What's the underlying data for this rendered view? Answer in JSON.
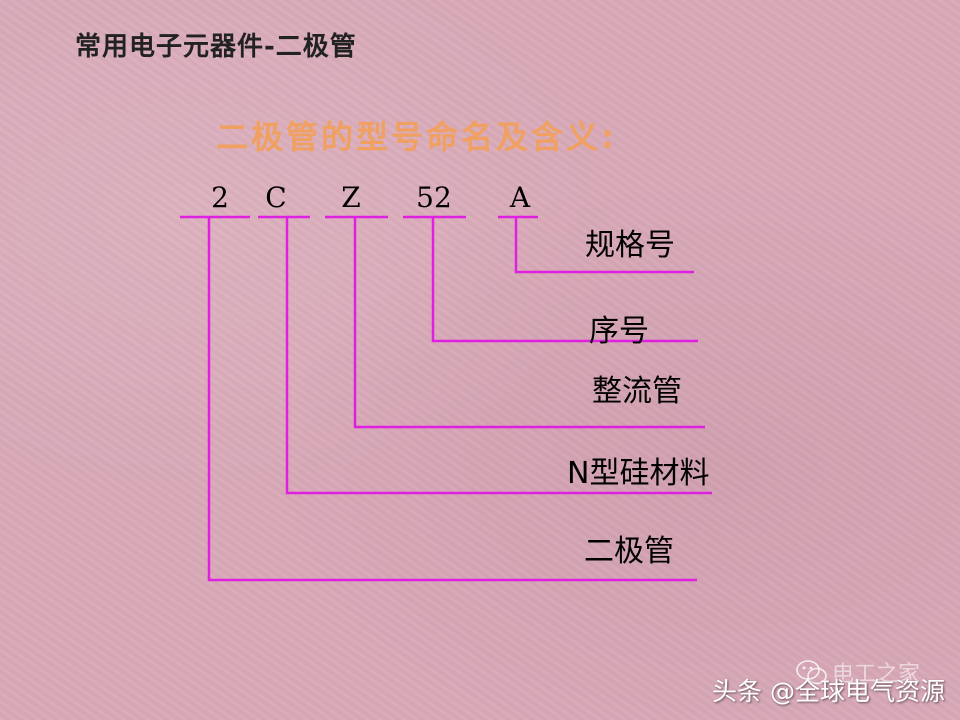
{
  "title": "常用电子元器件-二极管",
  "subtitle": "二极管的型号命名及含义:",
  "model_parts": [
    {
      "code": "2",
      "meaning": "二极管"
    },
    {
      "code": "C",
      "meaning": "N型硅材料"
    },
    {
      "code": "Z",
      "meaning": "整流管"
    },
    {
      "code": "52",
      "meaning": "序号"
    },
    {
      "code": "A",
      "meaning": "规格号"
    }
  ],
  "line_color": "#e020e0",
  "watermark": {
    "text": "头条 @全球电气资源",
    "faint_text": "电工之家"
  }
}
